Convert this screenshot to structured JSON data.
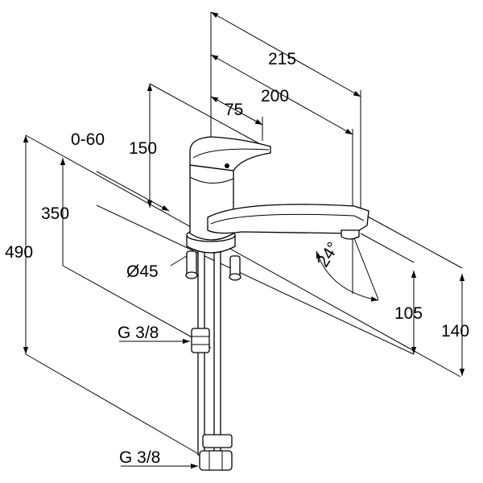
{
  "drawing": {
    "dimensions": {
      "d215": "215",
      "d200": "200",
      "d75": "75",
      "d0_60": "0-60",
      "d150": "150",
      "d350": "350",
      "d490": "490",
      "d45": "Ø45",
      "d24": "24°",
      "d105": "105",
      "d140": "140",
      "g_upper": "G 3/8",
      "g_lower": "G 3/8"
    }
  }
}
